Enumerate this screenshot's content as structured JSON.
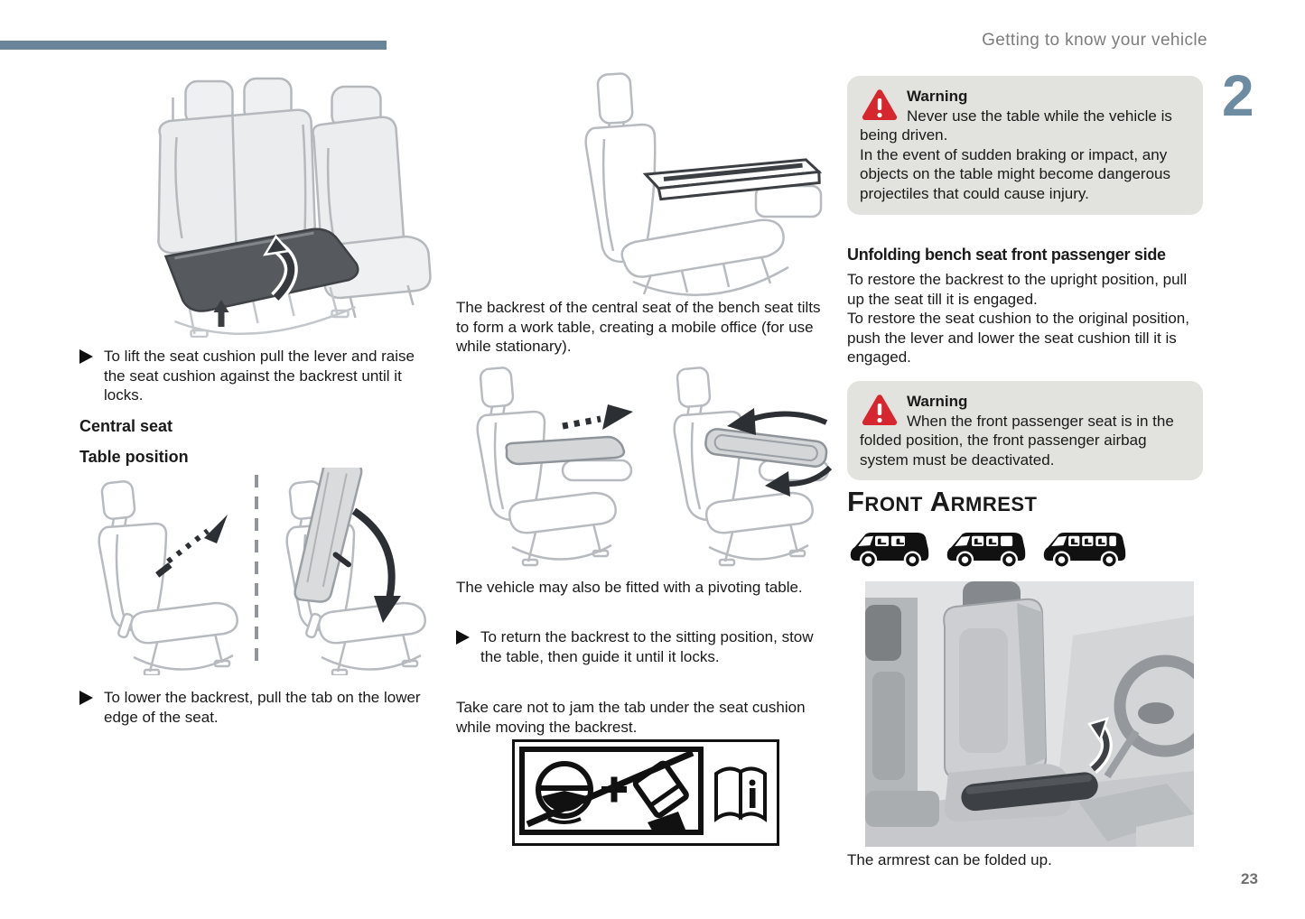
{
  "page": {
    "header_title": "Getting to know your vehicle",
    "chapter_number": "2",
    "page_number": "23",
    "accent_color": "#6a8599",
    "warning_red": "#d6262e",
    "warning_box_bg": "#e2e2de"
  },
  "icons": {
    "warning": "warning-triangle-exclamation",
    "bullet": "right-arrow-triangle",
    "pictogram": "no-table-while-driving-crossed-steering-wheel",
    "manual_book": "open-book-information",
    "vehicle_variants": [
      "van-short-body",
      "van-mid-body",
      "van-long-body"
    ]
  },
  "column1": {
    "bullet1": "To lift the seat cushion pull the lever and raise the seat cushion against the backrest until it locks.",
    "heading_central_seat": "Central seat",
    "heading_table_position": "Table position",
    "bullet2": "To lower the backrest, pull the tab on the lower edge of the seat."
  },
  "column2": {
    "para1": "The backrest of the central seat of the bench seat tilts to form a work table, creating a mobile office (for use while stationary).",
    "para2": "The vehicle may also be fitted with a pivoting table.",
    "bullet1": "To return the backrest to the sitting position, stow the table, then guide it until it locks.",
    "para3": "Take care not to jam the tab under the seat cushion while moving the backrest."
  },
  "column3": {
    "warning1": {
      "title": "Warning",
      "text": "Never use the table while the vehicle is being driven.\nIn the event of sudden braking or impact, any objects on the table might become dangerous projectiles that could cause injury."
    },
    "heading_unfolding": "Unfolding bench seat front passenger side",
    "para_unfolding": "To restore the backrest to the upright position, pull up the seat till it is engaged.\nTo restore the seat cushion to the original position, push the lever and lower the seat cushion till it is engaged.",
    "warning2": {
      "title": "Warning",
      "text": "When the front passenger seat is in the folded position, the front passenger airbag system must be deactivated."
    },
    "heading_front_armrest": "Front Armrest",
    "caption_armrest": "The armrest can be folded up."
  }
}
